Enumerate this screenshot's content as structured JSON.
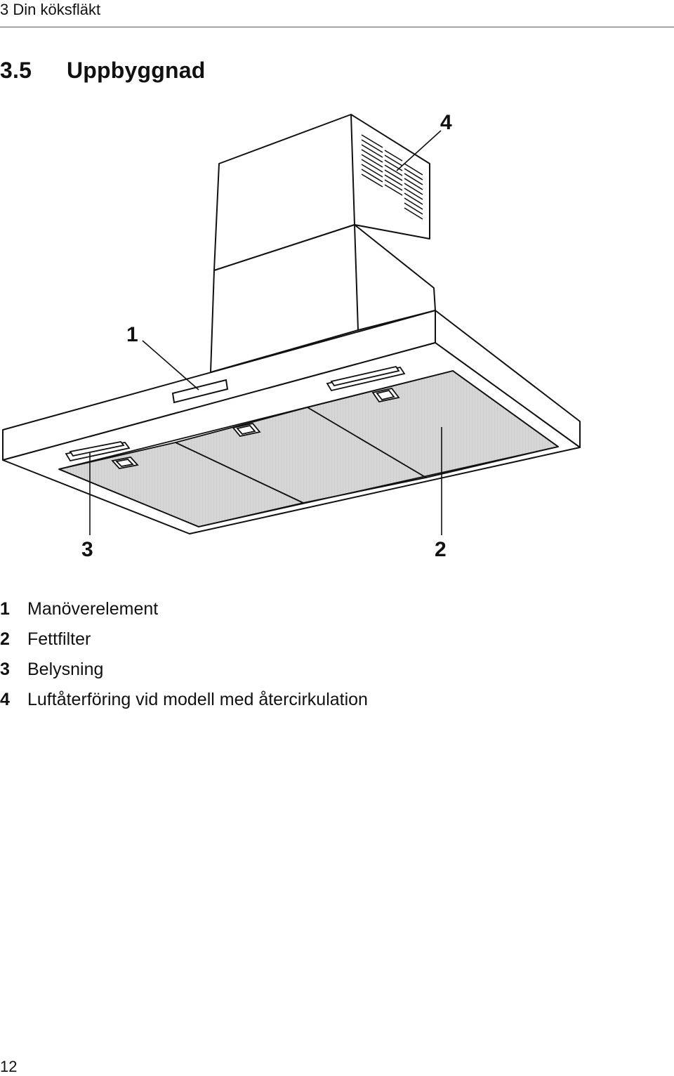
{
  "header": {
    "section": "3 Din köksfläkt"
  },
  "section": {
    "number": "3.5",
    "title": "Uppbyggnad"
  },
  "diagram": {
    "callouts": [
      "1",
      "2",
      "3",
      "4"
    ]
  },
  "legend": [
    {
      "num": "1",
      "label": "Manöverelement"
    },
    {
      "num": "2",
      "label": "Fettfilter"
    },
    {
      "num": "3",
      "label": "Belysning"
    },
    {
      "num": "4",
      "label": "Luftåterföring vid modell med återcirkulation"
    }
  ],
  "footer": {
    "page_number": "12"
  }
}
